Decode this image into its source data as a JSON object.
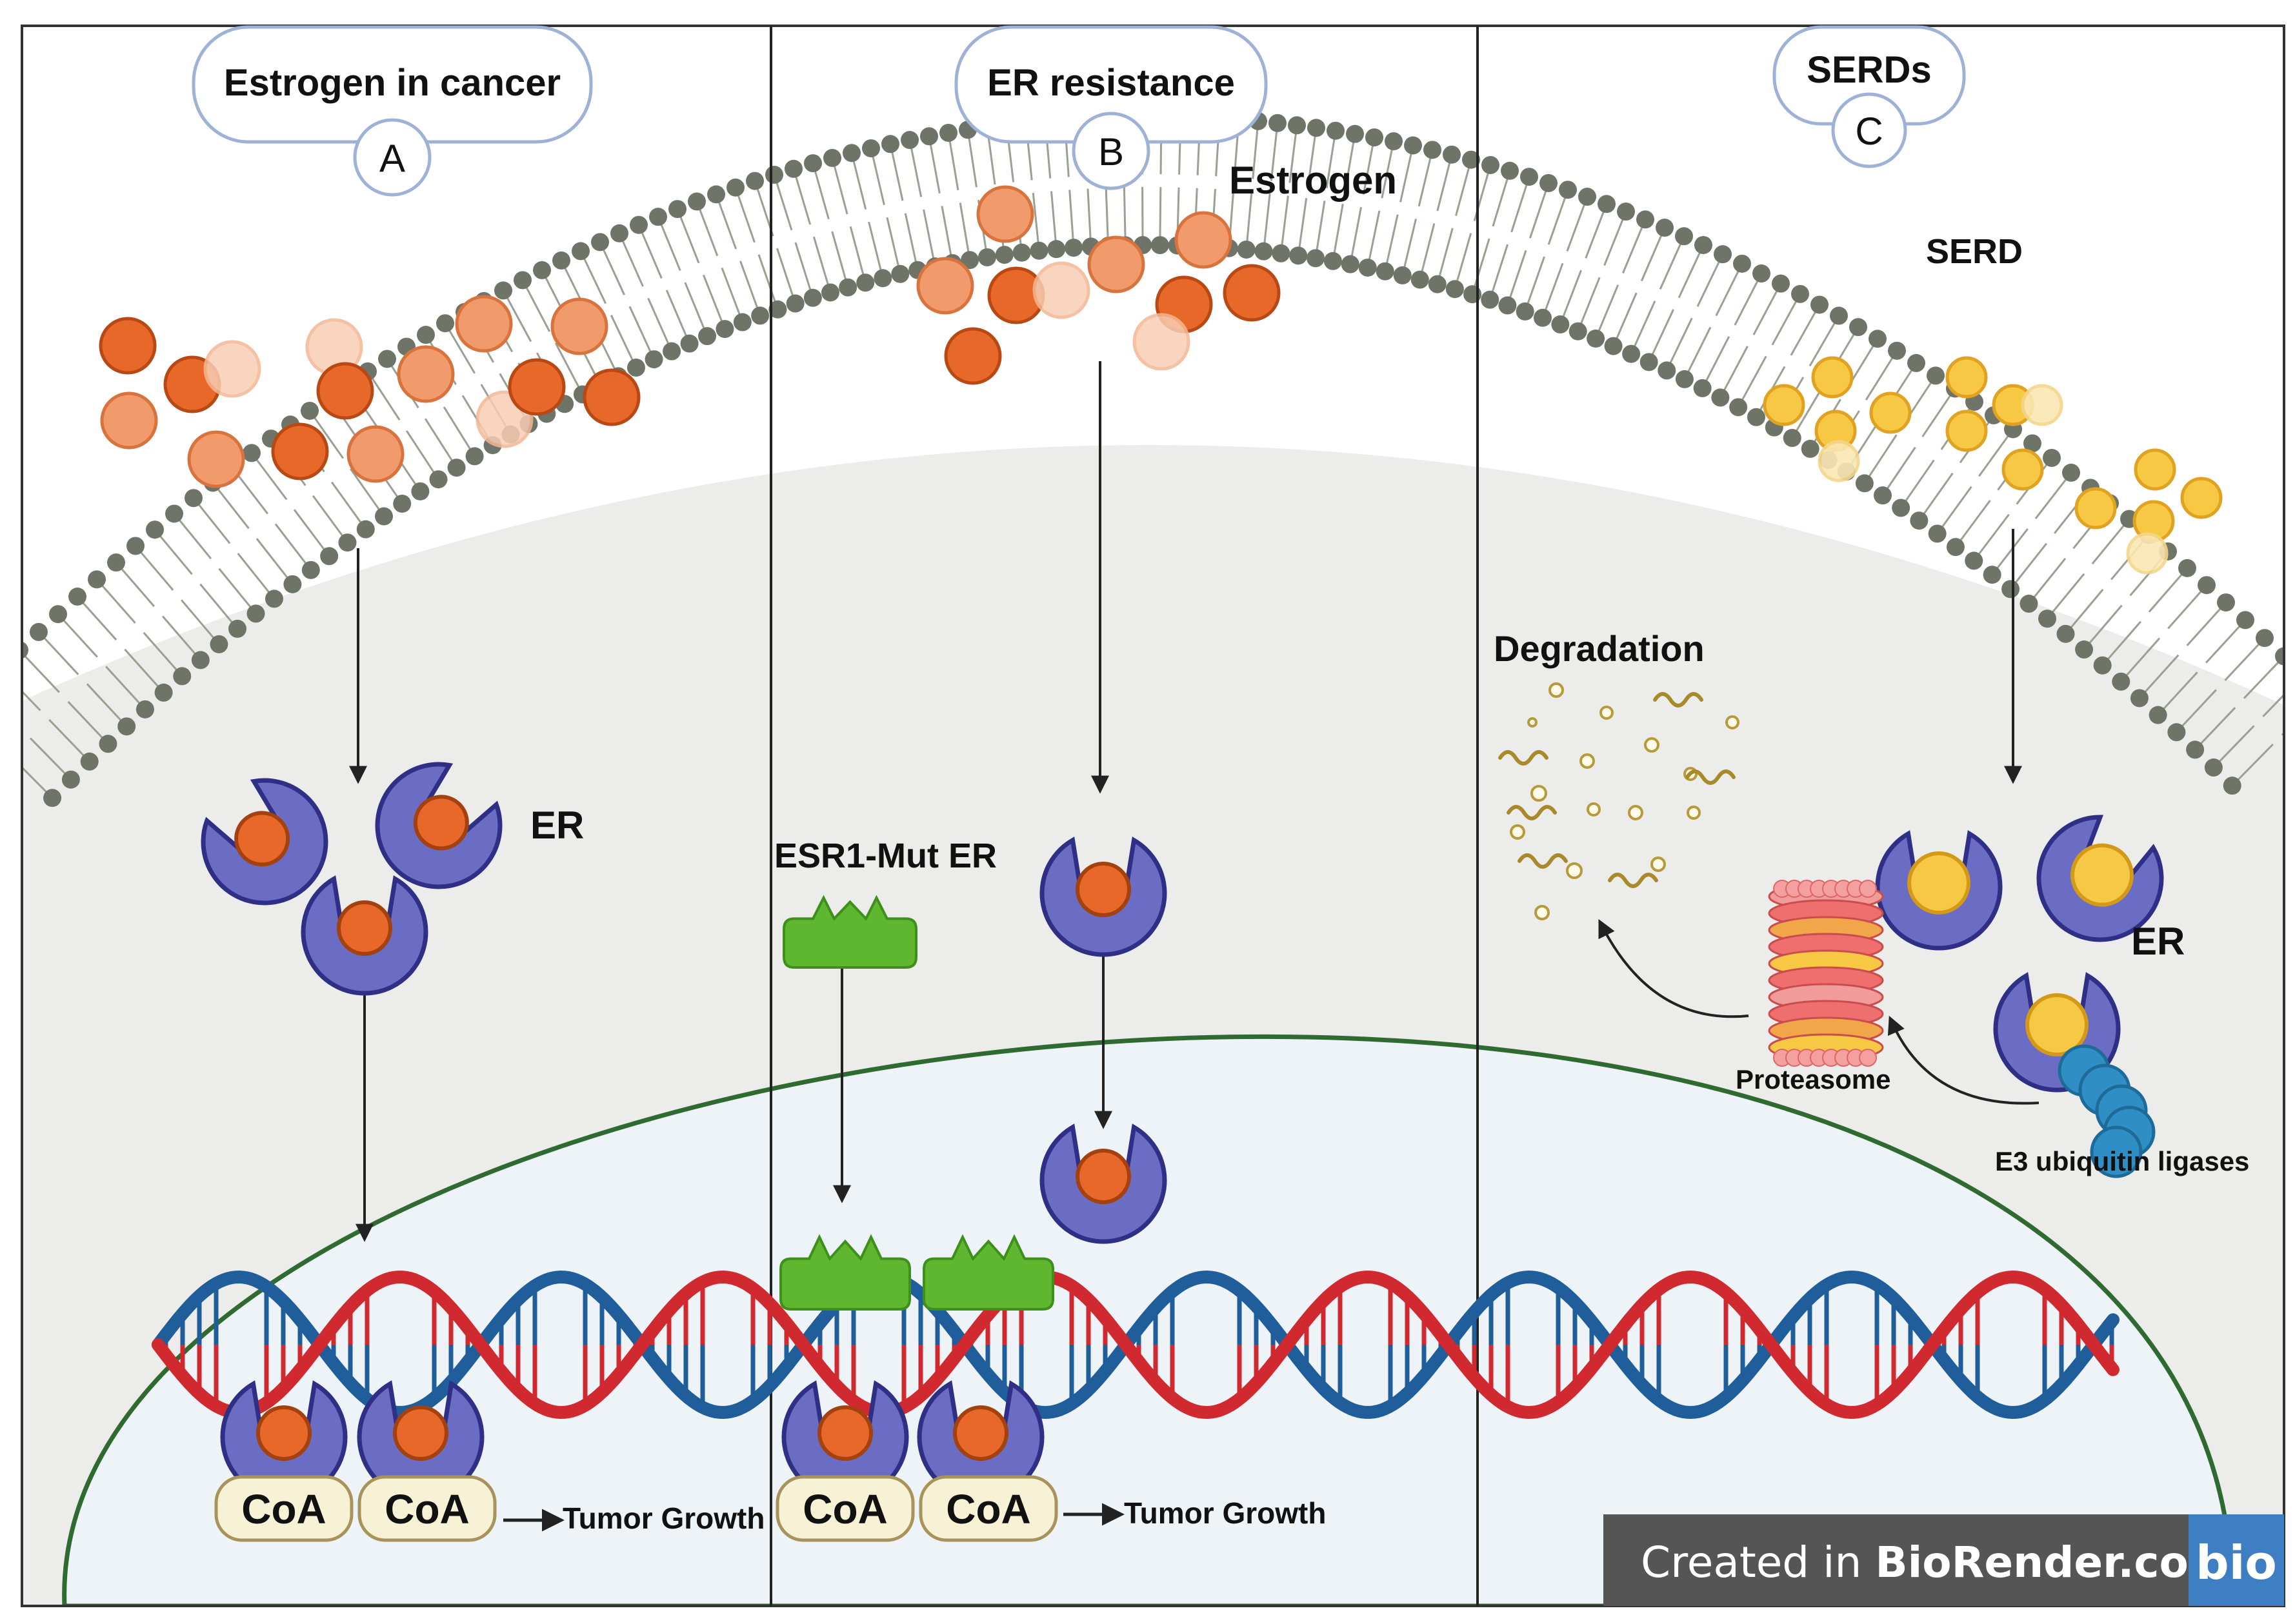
{
  "panels": [
    {
      "title": "Estrogen in cancer",
      "letter": "A"
    },
    {
      "title": "ER resistance",
      "letter": "B"
    },
    {
      "title": "SERDs",
      "letter": "C"
    }
  ],
  "labels": {
    "er_a": "ER",
    "estrogen_b": "Estrogen",
    "esr1_mut": "ESR1-Mut ER",
    "serd": "SERD",
    "degradation": "Degradation",
    "er_c": "ER",
    "proteasome": "Proteasome",
    "e3": "E3 ubiquitin ligases",
    "coa": "CoA",
    "tumor_growth": "Tumor Growth"
  },
  "footer": {
    "prefix": "Created in ",
    "brand": "BioRender.com",
    "logo": "bio"
  },
  "colors": {
    "estrogen": "#e8682a",
    "estrogen_light": "#f19a6c",
    "serd": "#f7c843",
    "receptor": "#6b6cc4",
    "receptor_edge": "#2e2f85",
    "mutant": "#5fb62f",
    "dna_red": "#d02a30",
    "dna_blue": "#1f5e9a",
    "nucleus": "#eef3f8",
    "cytoplasm": "#ececea",
    "membrane": "#6f7468",
    "coa_fill": "#f7f1d6",
    "proteasome": "#ef6f6f",
    "ligase": "#2f8ec4",
    "footer_bg": "#555555",
    "footer_logo": "#3e7fc4"
  }
}
